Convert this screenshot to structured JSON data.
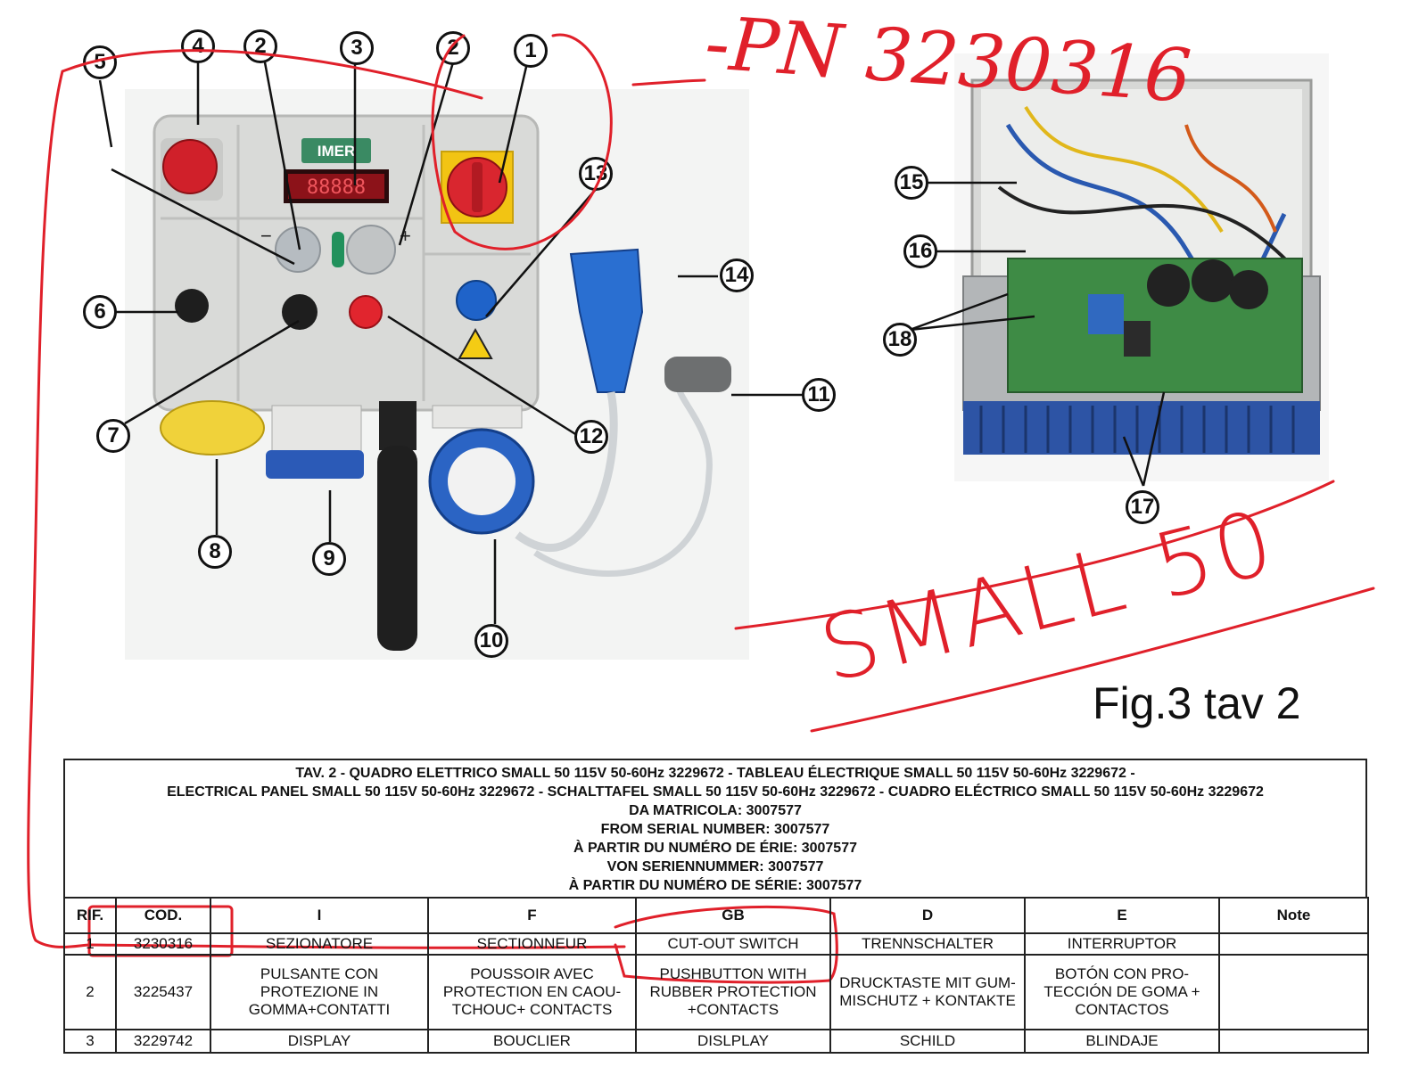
{
  "callouts": {
    "c1": "1",
    "c2a": "2",
    "c2b": "2",
    "c3": "3",
    "c4": "4",
    "c5": "5",
    "c6": "6",
    "c7": "7",
    "c8": "8",
    "c9": "9",
    "c10": "10",
    "c11": "11",
    "c12": "12",
    "c13": "13",
    "c14": "14",
    "c15": "15",
    "c16": "16",
    "c17": "17",
    "c18": "18"
  },
  "panel": {
    "brand": "IMER",
    "display_digits": "88888",
    "minus_sign": "−",
    "plus_sign": "+"
  },
  "handwriting": {
    "part_number": "-PN 3230316",
    "model": "SMALL 50",
    "color": "#e0202a"
  },
  "figure_caption": "Fig.3 tav 2",
  "table": {
    "header_lines": [
      "TAV. 2 - QUADRO ELETTRICO SMALL 50 115V 50-60Hz 3229672 - TABLEAU ÉLECTRIQUE SMALL 50 115V 50-60Hz 3229672  -",
      "ELECTRICAL PANEL  SMALL 50 115V 50-60Hz 3229672  -  SCHALTTAFEL SMALL 50 115V 50-60Hz 3229672  -  CUADRO ELÉCTRICO SMALL 50 115V 50-60Hz 3229672",
      "DA MATRICOLA: 3007577",
      "FROM SERIAL NUMBER: 3007577",
      "À PARTIR DU NUMÉRO DE ÉRIE: 3007577",
      "VON SERIENNUMMER: 3007577",
      "À PARTIR DU NUMÉRO DE SÉRIE: 3007577"
    ],
    "columns": [
      "RIF.",
      "COD.",
      "I",
      "F",
      "GB",
      "D",
      "E",
      "Note"
    ],
    "rows": [
      [
        "1",
        "3230316",
        "SEZIONATORE",
        "SECTIONNEUR",
        "CUT-OUT SWITCH",
        "TRENNSCHALTER",
        "INTERRUPTOR",
        ""
      ],
      [
        "2",
        "3225437",
        "PULSANTE CON PROTEZIONE IN GOMMA+CONTATTI",
        "POUSSOIR AVEC PROTECTION EN CAOU-TCHOUC+ CONTACTS",
        "PUSHBUTTON WITH RUBBER PROTECTION +CONTACTS",
        "DRUCKTASTE MIT GUM-MISCHUTZ + KONTAKTE",
        "BOTÓN CON PRO-TECCIÓN DE GOMA + CONTACTOS",
        ""
      ],
      [
        "3",
        "3229742",
        "DISPLAY",
        "BOUCLIER",
        "DISLPLAY",
        "SCHILD",
        "BLINDAJE",
        ""
      ]
    ]
  }
}
